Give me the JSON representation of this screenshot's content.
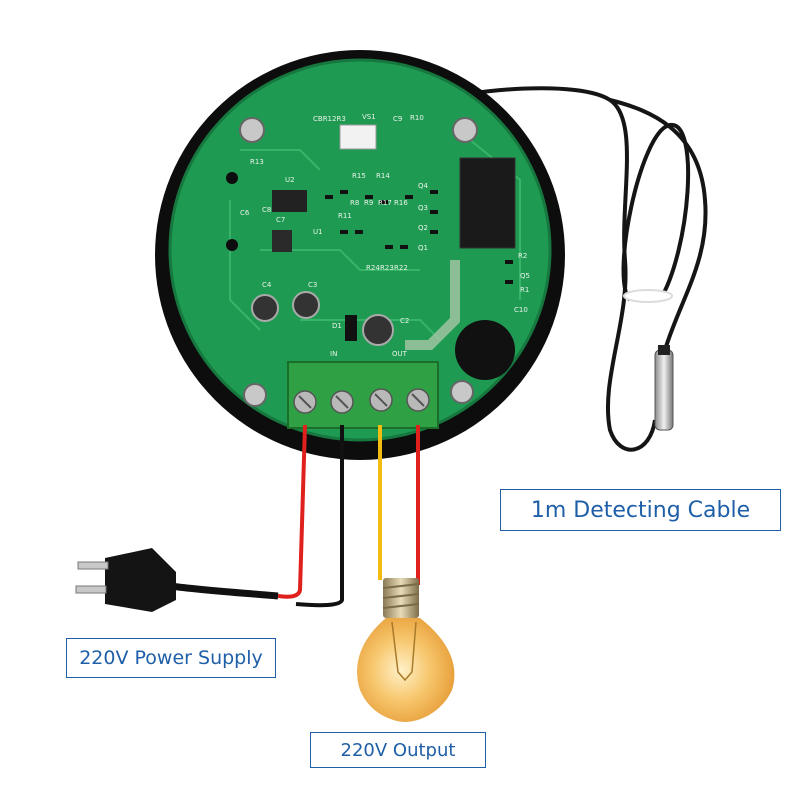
{
  "labels": {
    "cable": "1m Detecting Cable",
    "power": "220V Power Supply",
    "output": "220V Output"
  },
  "terminal_labels": {
    "in": "IN",
    "out": "OUT"
  },
  "silkscreen": [
    "CBR12R3",
    "VS1",
    "C9",
    "R10",
    "R13",
    "U2",
    "U1",
    "C6",
    "C8",
    "C7",
    "R15",
    "R14",
    "R8",
    "R9",
    "R11",
    "R17",
    "R16",
    "Q4",
    "Q3",
    "Q2",
    "Q1",
    "R24",
    "R23",
    "R22",
    "R2",
    "Q5",
    "R1",
    "C10",
    "C4",
    "C3",
    "C2",
    "D1"
  ],
  "colors": {
    "callout_border": "#1f5fa8",
    "callout_text": "#1f5fa8",
    "pcb_green": "#1f9a52",
    "housing": "#0d0d0d",
    "terminal_green": "#2fa044",
    "wire_red": "#e0201c",
    "wire_black": "#111111",
    "wire_yellow": "#f2bd10",
    "bulb_glow": "#f4b04a"
  },
  "icons": [
    "power-plug-icon",
    "light-bulb-icon",
    "temperature-probe-icon",
    "screw-terminal-icon"
  ]
}
